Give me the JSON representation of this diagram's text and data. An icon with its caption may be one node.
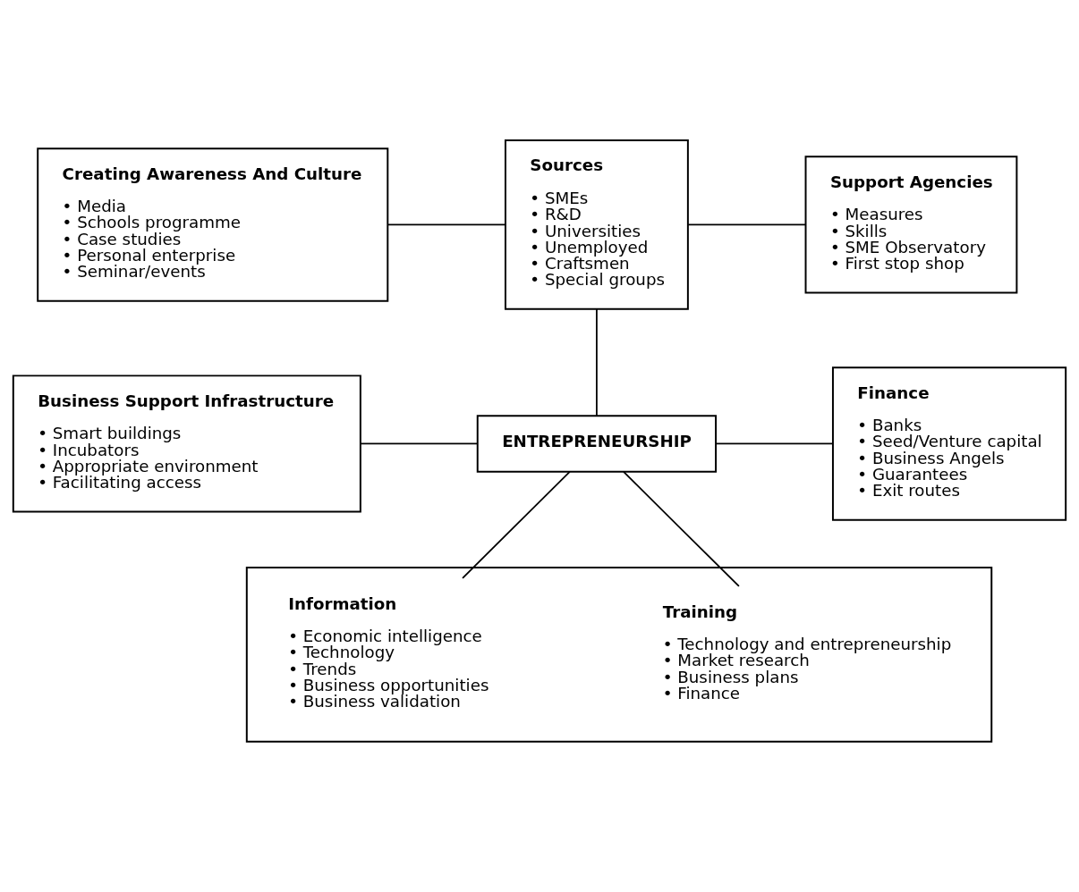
{
  "diagram": {
    "nodes": [
      {
        "text": [
          "Creating Awareness And Culture",
          "• Media",
          "• Schools programme",
          "• Case studies",
          "• Personal enterprise",
          "• Seminar/events"
        ]
      },
      {
        "text": [
          "Sources",
          "• SMEs",
          "• R&D",
          "• Universities",
          "• Unemployed",
          "• Craftsmen",
          "• Special groups"
        ]
      },
      {
        "text": [
          "Support Agencies",
          "• Measures",
          "• Skills",
          "• SME Observatory",
          "• First stop shop"
        ]
      },
      {
        "text": [
          "Business Support Infrastructure",
          "• Smart buildings",
          "• Incubators",
          "• Appropriate environment",
          "• Facilitating access"
        ]
      },
      {
        "text": [
          "ENTREPRENEURSHIP"
        ]
      },
      {
        "text": [
          "Finance",
          "• Banks",
          "• Seed/Venture capital",
          "• Business Angels",
          "• Guarantees",
          "• Exit routes"
        ]
      },
      {
        "text": [],
        "shape": "box"
      },
      {
        "text": [
          "Information",
          "• Economic intelligence",
          "• Technology",
          "• Trends",
          "• Business opportunities",
          "• Business validation"
        ],
        "in": 6
      },
      {
        "text": [
          "Training",
          "• Technology and entrepreneurship",
          "• Market research",
          "• Business plans",
          "• Finance"
        ],
        "in": 6
      }
    ],
    "edges": [
      {
        "from": 0,
        "to": 1,
        "arrow": "none"
      },
      {
        "from": 1,
        "to": 2,
        "arrow": "none"
      },
      {
        "from": 1,
        "to": 4,
        "arrow": "none"
      },
      {
        "from": 3,
        "to": 4,
        "arrow": "none"
      },
      {
        "from": 4,
        "to": 5,
        "arrow": "none"
      },
      {
        "from": 4,
        "to": 7,
        "arrow": "none"
      },
      {
        "from": 4,
        "to": 8,
        "arrow": "none"
      }
    ]
  }
}
